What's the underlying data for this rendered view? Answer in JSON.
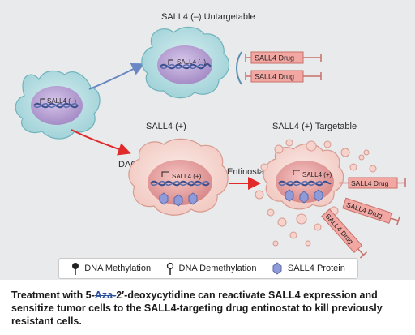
{
  "labels": {
    "untargetable_title": "SALL4 (–) Untargetable",
    "positive_title": "SALL4 (+)",
    "targetable_title": "SALL4 (+) Targetable",
    "dac": "DAC",
    "entinostat": "Entinostat",
    "gene_negative": "SALL4 (–)",
    "gene_positive": "SALL4 (+)",
    "drug": "SALL4 Drug"
  },
  "legend": {
    "methylation": "DNA Methylation",
    "demethylation": "DNA Demethylation",
    "protein": "SALL4 Protein"
  },
  "caption": {
    "part1": "Treatment with 5-",
    "struck": "Aza-",
    "part2": "2′-deoxycytidine can reactivate SALL4 expression and sensitize tumor cells to the SALL4-targeting drug entinostat to kill previously resistant cells."
  },
  "colors": {
    "background": "#e9eaeb",
    "cell_teal": "#b9dfe3",
    "nucleus_purple": "#b9a3d3",
    "cell_pink": "#f7dcd6",
    "nucleus_pink": "#e8a3a3",
    "drug_box": "#f2a7a2",
    "blue_arrow": "#6a86c4",
    "red_arrow": "#e12b2b",
    "protein": "#8f9bd9"
  }
}
